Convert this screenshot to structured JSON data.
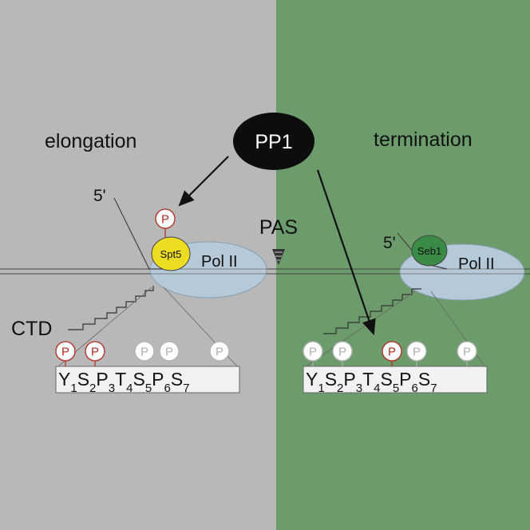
{
  "colors": {
    "left_panel": "#b8b8b8",
    "right_panel": "#6c9b6c",
    "pp1_fill": "#0d0d0d",
    "spt5_fill": "#ecdc22",
    "seb1_fill": "#3a8b45",
    "pol2_fill": "#b5c9d8",
    "phospho_active": "#b42a1e",
    "phospho_inactive": "#b0b0b0"
  },
  "regulator": {
    "label": "PP1"
  },
  "phases": {
    "left": {
      "label": "elongation"
    },
    "right": {
      "label": "termination"
    }
  },
  "signal": {
    "label": "PAS"
  },
  "left_complex": {
    "five_prime": "5'",
    "factor_label": "Spt5",
    "factor_phospho": "P",
    "pol_label": "Pol II",
    "ctd_label": "CTD"
  },
  "right_complex": {
    "five_prime": "5'",
    "factor_label": "Seb1",
    "pol_label": "Pol II"
  },
  "ctd_repeat": {
    "residues": [
      {
        "letter": "Y",
        "index": "1"
      },
      {
        "letter": "S",
        "index": "2"
      },
      {
        "letter": "P",
        "index": "3"
      },
      {
        "letter": "T",
        "index": "4"
      },
      {
        "letter": "S",
        "index": "5"
      },
      {
        "letter": "P",
        "index": "6"
      },
      {
        "letter": "S",
        "index": "7"
      }
    ],
    "phospho_label": "P"
  },
  "left_marks": [
    {
      "residue": "Y1",
      "active": true
    },
    {
      "residue": "S2",
      "active": true
    },
    {
      "residue": "T4",
      "active": false
    },
    {
      "residue": "S5",
      "active": false
    },
    {
      "residue": "S7",
      "active": false
    }
  ],
  "right_marks": [
    {
      "residue": "Y1",
      "active": false
    },
    {
      "residue": "S2",
      "active": false
    },
    {
      "residue": "T4",
      "active": true
    },
    {
      "residue": "S5",
      "active": false
    },
    {
      "residue": "S7",
      "active": false
    }
  ]
}
